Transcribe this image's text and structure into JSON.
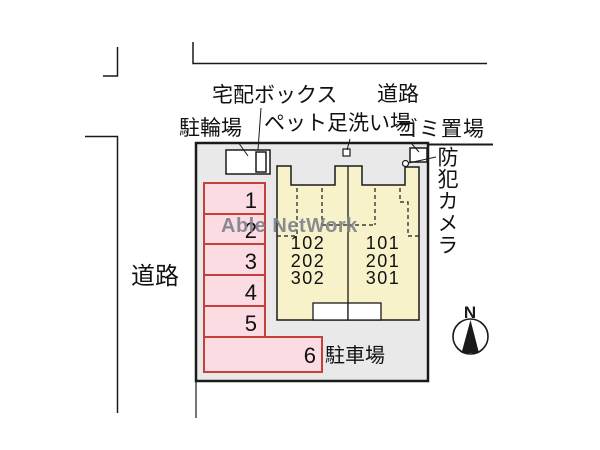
{
  "watermark": "Able NetWork",
  "labels": {
    "road_top": "道路",
    "road_left": "道路",
    "delivery_box": "宅配ボックス",
    "bicycle_parking": "駐輪場",
    "pet_foot_wash": "ペット足洗い場",
    "garbage_area": "ゴミ置場",
    "security_camera": "防犯カメラ",
    "car_parking": "駐車場",
    "north": "N"
  },
  "parking_spaces": [
    "1",
    "2",
    "3",
    "4",
    "5",
    "6"
  ],
  "building": {
    "left_unit_rooms": [
      "102",
      "202",
      "302"
    ],
    "right_unit_rooms": [
      "101",
      "201",
      "301"
    ]
  },
  "colors": {
    "site_fill": "#e9e9e9",
    "building_fill": "#f7f2c9",
    "parking_fill": "#fbdce3",
    "parking_border": "#c5403a",
    "line": "#1a1a1a",
    "watermark": "#7a7d88"
  }
}
